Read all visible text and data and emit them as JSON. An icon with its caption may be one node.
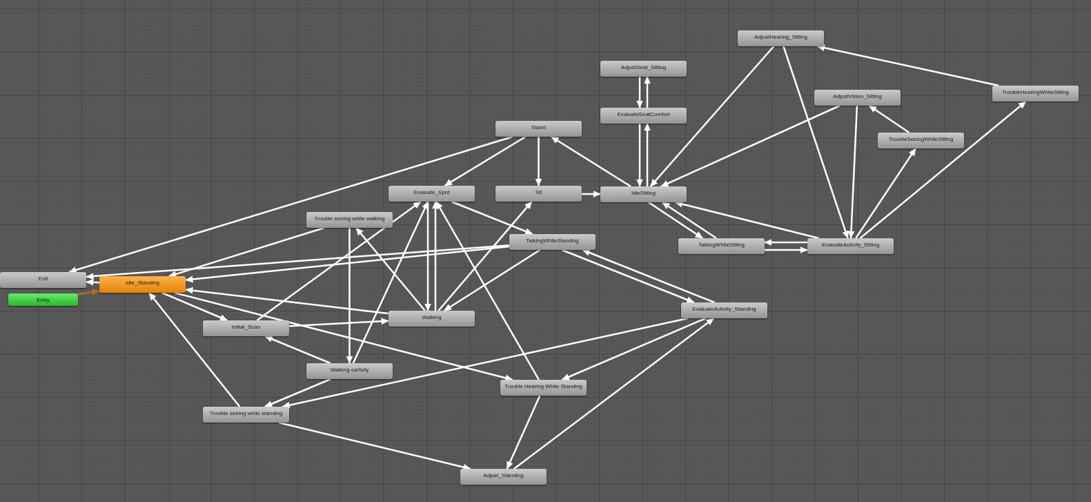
{
  "diagram": {
    "nodes": [
      {
        "text": [
          "AdjustHearing_Sitting"
        ]
      },
      {
        "text": [
          "AdjustSeat_Sitting"
        ]
      },
      {
        "text": [
          "TroubleHearingWhileSitting"
        ]
      },
      {
        "text": [
          "AdjustVision_Sitting"
        ]
      },
      {
        "text": [
          "EvaluateSeatComfort"
        ]
      },
      {
        "text": [
          "Stand"
        ]
      },
      {
        "text": [
          "TroubleSeeingWhileSitting"
        ]
      },
      {
        "text": [
          "Evaluate_Spot"
        ]
      },
      {
        "text": [
          "Sit"
        ]
      },
      {
        "text": [
          "IdleSitting"
        ]
      },
      {
        "text": [
          "Trouble seeing while walking"
        ]
      },
      {
        "text": [
          "TalkingWhileStanding"
        ]
      },
      {
        "text": [
          "TalkingWhileSitting"
        ]
      },
      {
        "text": [
          "EvaluateActivity_Sitting"
        ]
      },
      {
        "text": [
          "Exit"
        ]
      },
      {
        "text": [
          "Idle_Standing"
        ]
      },
      {
        "text": [
          "Entry"
        ]
      },
      {
        "text": [
          "EvaluateActivity_Standing"
        ]
      },
      {
        "text": [
          "Walking"
        ]
      },
      {
        "text": [
          "Initial_Scan"
        ]
      },
      {
        "text": [
          "Walking carfully"
        ]
      },
      {
        "text": [
          "Trouble Hearing While Standing"
        ]
      },
      {
        "text": [
          "Trouble seeing while standing"
        ]
      },
      {
        "text": [
          "Adjust_Standing"
        ]
      }
    ],
    "edges": [
      {
        "from": 16,
        "to": 15,
        "arrow": "to",
        "color": "#a87420"
      },
      {
        "from": 15,
        "to": 14,
        "arrow": "to"
      },
      {
        "from": 5,
        "to": 14,
        "arrow": "to"
      },
      {
        "from": 11,
        "to": 14,
        "arrow": "to"
      },
      {
        "from": 11,
        "to": 15,
        "arrow": "to"
      },
      {
        "from": 10,
        "to": 15,
        "arrow": "to"
      },
      {
        "from": 18,
        "to": 15,
        "arrow": "to"
      },
      {
        "from": 15,
        "to": 19,
        "arrow": "to"
      },
      {
        "from": 15,
        "to": 21,
        "arrow": "to"
      },
      {
        "from": 22,
        "to": 15,
        "arrow": "to"
      },
      {
        "from": 5,
        "to": 7,
        "arrow": "to"
      },
      {
        "from": 5,
        "to": 8,
        "arrow": "to"
      },
      {
        "from": 9,
        "to": 5,
        "arrow": "to"
      },
      {
        "from": 8,
        "to": 9,
        "arrow": "to"
      },
      {
        "from": 18,
        "to": 8,
        "arrow": "to"
      },
      {
        "from": 7,
        "to": 18,
        "arrow": "to"
      },
      {
        "from": 18,
        "to": 7,
        "arrow": "to"
      },
      {
        "from": 20,
        "to": 7,
        "arrow": "to"
      },
      {
        "from": 19,
        "to": 7,
        "arrow": "to"
      },
      {
        "from": 7,
        "to": 11,
        "arrow": "to"
      },
      {
        "from": 21,
        "to": 7,
        "arrow": "to"
      },
      {
        "from": 10,
        "to": 20,
        "arrow": "to"
      },
      {
        "from": 18,
        "to": 10,
        "arrow": "to"
      },
      {
        "from": 11,
        "to": 18,
        "arrow": "to"
      },
      {
        "from": 11,
        "to": 17,
        "arrow": "to"
      },
      {
        "from": 17,
        "to": 11,
        "arrow": "to"
      },
      {
        "from": 19,
        "to": 18,
        "arrow": "to"
      },
      {
        "from": 20,
        "to": 19,
        "arrow": "to"
      },
      {
        "from": 20,
        "to": 22,
        "arrow": "to"
      },
      {
        "from": 17,
        "to": 22,
        "arrow": "to"
      },
      {
        "from": 17,
        "to": 21,
        "arrow": "to"
      },
      {
        "from": 22,
        "to": 23,
        "arrow": "to"
      },
      {
        "from": 21,
        "to": 23,
        "arrow": "to"
      },
      {
        "from": 23,
        "to": 17,
        "arrow": "to"
      },
      {
        "from": 1,
        "to": 4,
        "arrow": "to"
      },
      {
        "from": 4,
        "to": 1,
        "arrow": "to"
      },
      {
        "from": 4,
        "to": 9,
        "arrow": "to"
      },
      {
        "from": 9,
        "to": 4,
        "arrow": "to"
      },
      {
        "from": 0,
        "to": 9,
        "arrow": "to"
      },
      {
        "from": 3,
        "to": 9,
        "arrow": "to"
      },
      {
        "from": 9,
        "to": 12,
        "arrow": "to"
      },
      {
        "from": 12,
        "to": 9,
        "arrow": "to"
      },
      {
        "from": 13,
        "to": 9,
        "arrow": "to"
      },
      {
        "from": 13,
        "to": 12,
        "arrow": "to"
      },
      {
        "from": 12,
        "to": 13,
        "arrow": "to"
      },
      {
        "from": 0,
        "to": 13,
        "arrow": "to"
      },
      {
        "from": 3,
        "to": 13,
        "arrow": "to"
      },
      {
        "from": 13,
        "to": 6,
        "arrow": "to"
      },
      {
        "from": 6,
        "to": 3,
        "arrow": "to"
      },
      {
        "from": 13,
        "to": 2,
        "arrow": "to"
      },
      {
        "from": 2,
        "to": 0,
        "arrow": "to"
      }
    ]
  }
}
